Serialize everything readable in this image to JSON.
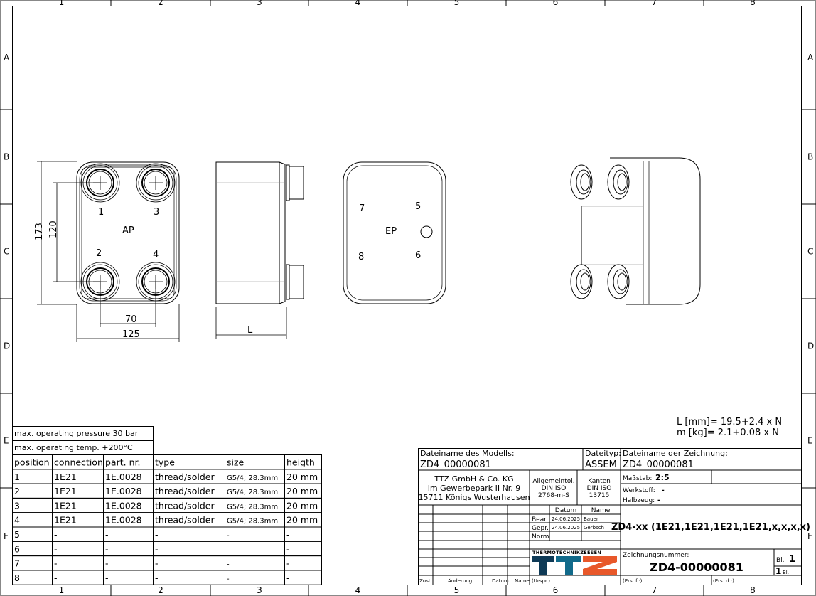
{
  "frame": {
    "columns": [
      "1",
      "2",
      "3",
      "4",
      "5",
      "6",
      "7",
      "8"
    ],
    "rows": [
      "A",
      "B",
      "C",
      "D",
      "E",
      "F"
    ]
  },
  "views": {
    "ap": {
      "label": "AP",
      "ports": [
        "1",
        "3",
        "2",
        "4"
      ]
    },
    "ep": {
      "label": "EP",
      "ports": [
        "7",
        "5",
        "8",
        "6"
      ]
    },
    "dims": {
      "height": "173",
      "port_vertical": "120",
      "port_horizontal": "70",
      "width": "125",
      "length": "L"
    }
  },
  "formulas": [
    "L [mm]= 19.5+2.4 x N",
    "m [kg]= 2.1+0.08 x N"
  ],
  "specs": {
    "pressure": "max. operating pressure 30 bar",
    "temp": "max. operating temp. +200°C"
  },
  "connections": {
    "headers": [
      "position",
      "connection",
      "part. nr.",
      "type",
      "size",
      "heigth"
    ],
    "rows": [
      [
        "1",
        "1E21",
        "1E.0028",
        "thread/solder",
        "G5/4; 28.3mm",
        "20 mm"
      ],
      [
        "2",
        "1E21",
        "1E.0028",
        "thread/solder",
        "G5/4; 28.3mm",
        "20 mm"
      ],
      [
        "3",
        "1E21",
        "1E.0028",
        "thread/solder",
        "G5/4; 28.3mm",
        "20 mm"
      ],
      [
        "4",
        "1E21",
        "1E.0028",
        "thread/solder",
        "G5/4; 28.3mm",
        "20 mm"
      ],
      [
        "5",
        "-",
        "-",
        "-",
        "-",
        "-"
      ],
      [
        "6",
        "-",
        "-",
        "-",
        "-",
        "-"
      ],
      [
        "7",
        "-",
        "-",
        "-",
        "-",
        "-"
      ],
      [
        "8",
        "-",
        "-",
        "-",
        "-",
        "-"
      ]
    ]
  },
  "title_block": {
    "model_label": "Dateiname des Modells:",
    "model_value": "ZD4_00000081",
    "type_label": "Dateityp:",
    "type_value": "ASSEM",
    "drawing_label": "Dateiname der Zeichnung:",
    "drawing_value": "ZD4_00000081",
    "company": [
      "TTZ GmbH & Co. KG",
      "Im Gewerbepark II Nr. 9",
      "15711 Königs Wusterhausen"
    ],
    "tol": [
      "Allgemeintol.",
      "DIN ISO",
      "2768-m-S"
    ],
    "edges": [
      "Kanten",
      "DIN ISO",
      "13715"
    ],
    "scale_label": "Maßstab:",
    "scale_value": "2:5",
    "material_label": "Werkstoff:",
    "material_value": "-",
    "semi_label": "Halbzeug:",
    "semi_value": "-",
    "datum_header": "Datum",
    "name_header": "Name",
    "bear_label": "Bear.",
    "bear_date": "24.06.2025",
    "bear_name": "Bauer",
    "gepr_label": "Gepr.",
    "gepr_date": "24.06.2025",
    "gepr_name": "Gerbsch",
    "norm_label": "Norm",
    "title": "ZD4-xx  (1E21,1E21,1E21,1E21,x,x,x,x)",
    "logo_text": "THERMOTECHNIKZEESEN",
    "logo_letters": "TTZ",
    "number_label": "Zeichnungsnummer:",
    "number_value": "ZD4-00000081",
    "sheet_label": "Bl.",
    "sheet_value": "1",
    "sheets_total": "1",
    "sheets_label": "Bl.",
    "zust": "Zust.",
    "aenderung": "Änderung",
    "datum": "Datum",
    "name": "Name",
    "urspr": "(Urspr.)",
    "ers_f": "(Ers. f.:)",
    "ers_d": "(Ers. d.:)"
  },
  "colors": {
    "logo_dark": "#0e3a56",
    "logo_teal": "#116a8a",
    "logo_orange": "#e8582a"
  }
}
